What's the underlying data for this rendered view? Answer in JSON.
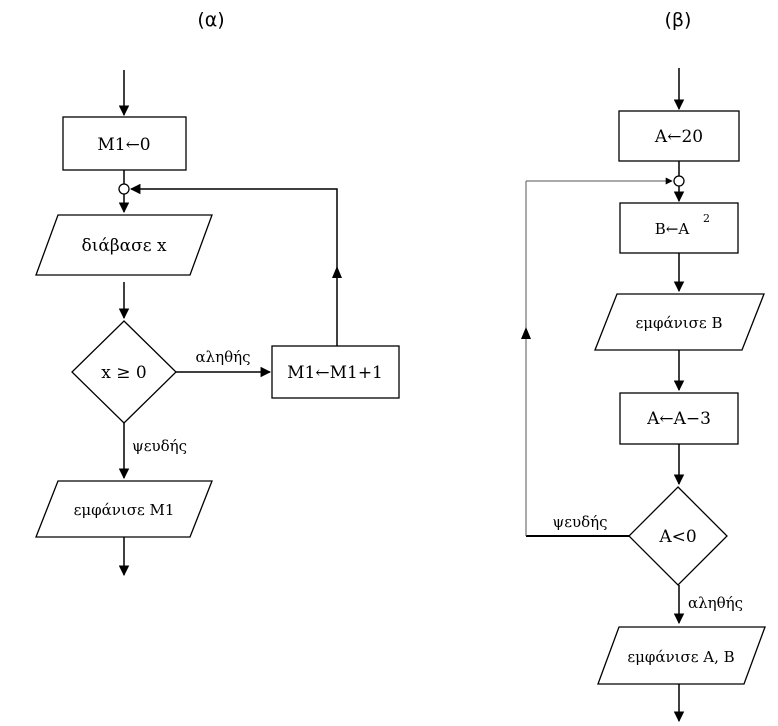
{
  "diagrams": [
    {
      "title": "(α)",
      "nodes": {
        "init": "M1←0",
        "read": "διάβασε x",
        "cond": "x ≥ 0",
        "incr": "M1←M1+1",
        "out": "εμφάνισε M1"
      },
      "edges": {
        "true_label": "αληθής",
        "false_label": "ψευδής"
      }
    },
    {
      "title": "(β)",
      "nodes": {
        "init": "A←20",
        "assign_base": "B←A",
        "assign_sup": "2",
        "show_b": "εμφάνισε B",
        "decr": "A←A−3",
        "cond": "A<0",
        "out": "εμφάνισε A, B"
      },
      "edges": {
        "false_label": "ψευδής",
        "true_label": "αληθής"
      }
    }
  ]
}
